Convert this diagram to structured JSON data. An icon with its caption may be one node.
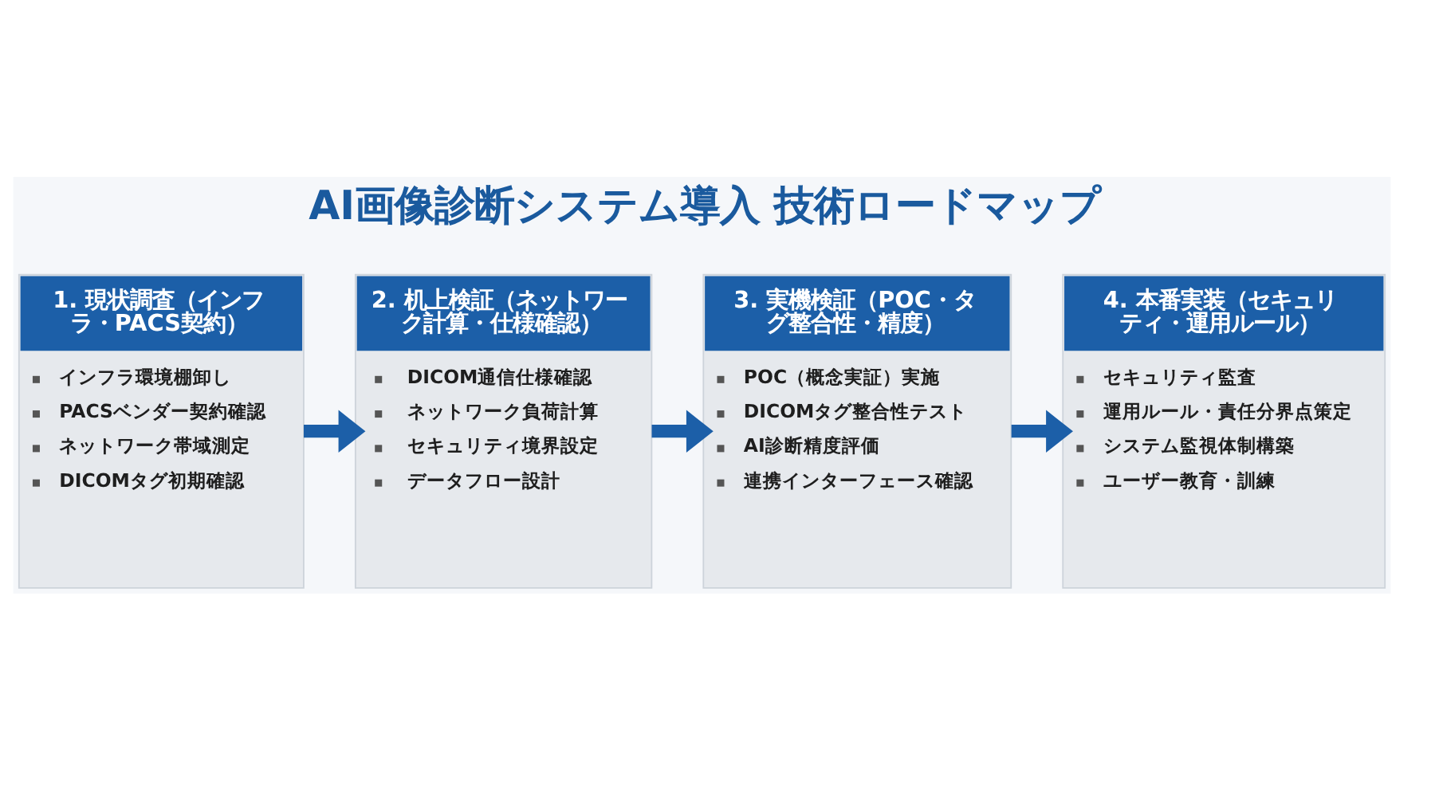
{
  "diagram": {
    "title": "AI画像診断システム導入 技術ロードマップ",
    "nodes": [
      {
        "text": [
          "1. 現状調査（インフラ・PACS契約）",
          "インフラ環境棚卸し",
          "PACSベンダー契約確認",
          "ネットワーク帯域測定",
          "DICOMタグ初期確認"
        ]
      },
      {
        "text": [
          "2. 机上検証（ネットワーク計算・仕様確認）",
          "DICOM通信仕様確認",
          "ネットワーク負荷計算",
          "セキュリティ境界設定",
          "データフロー設計"
        ]
      },
      {
        "text": [
          "3. 実機検証（POC・タグ整合性・精度）",
          "POC（概念実証）実施",
          "DICOMタグ整合性テスト",
          "AI診断精度評価",
          "連携インターフェース確認"
        ]
      },
      {
        "text": [
          "4. 本番実装（セキュリティ・運用ルール）",
          "セキュリティ監査",
          "運用ルール・責任分界点策定",
          "システム監視体制構築",
          "ユーザー教育・訓練"
        ]
      }
    ],
    "edges": [
      {
        "from": 0,
        "to": 1,
        "arrow": "to"
      },
      {
        "from": 1,
        "to": 2,
        "arrow": "to"
      },
      {
        "from": 2,
        "to": 3,
        "arrow": "to"
      }
    ]
  }
}
